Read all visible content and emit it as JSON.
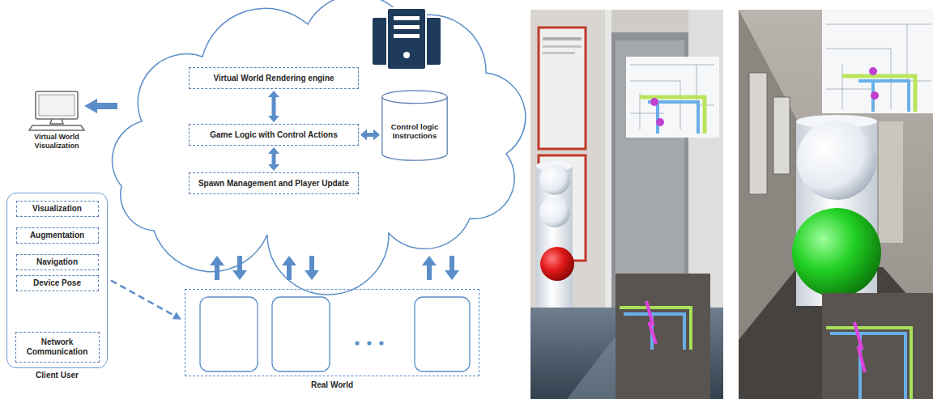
{
  "diagram": {
    "nodes": [
      {
        "text": [
          "Virtual World Rendering engine"
        ]
      },
      {
        "text": [
          "Game Logic with Control Actions"
        ]
      },
      {
        "text": [
          "Control logic Instructions"
        ]
      },
      {
        "text": [
          "Spawn Management and Player Update"
        ]
      },
      {
        "text": [
          "Client User"
        ]
      },
      {
        "text": [
          "Visualization"
        ],
        "in": 4
      },
      {
        "text": [
          "Augmentation"
        ],
        "in": 4
      },
      {
        "text": [
          "Navigation"
        ],
        "in": 4
      },
      {
        "text": [
          "Device Pose"
        ],
        "in": 4
      },
      {
        "text": [
          "Network Communication"
        ],
        "in": 4
      },
      {
        "text": [
          "Real World"
        ]
      }
    ],
    "edges": [
      {
        "from": 0,
        "to": 1,
        "arrow": "both"
      },
      {
        "from": 1,
        "to": 3,
        "arrow": "both"
      },
      {
        "from": 1,
        "to": 2,
        "arrow": "both"
      },
      {
        "from": 8,
        "to": 9,
        "arrow": "to"
      },
      {
        "from": 9,
        "to": 8,
        "arrow": "to"
      },
      {
        "from": 4,
        "to": 10,
        "arrow": "to"
      }
    ],
    "labels": [
      "Virtual World Visualization"
    ]
  }
}
